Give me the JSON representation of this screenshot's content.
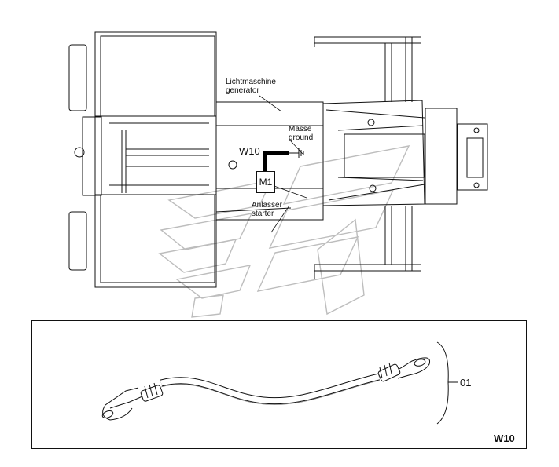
{
  "labels": {
    "generator_de": "Lichtmaschine",
    "generator_en": "generator",
    "ground_de": "Masse",
    "ground_en": "ground",
    "cable_id": "W10",
    "component_id": "M1",
    "starter_de": "Anlasser",
    "starter_en": "starter"
  },
  "detail": {
    "item_number": "01",
    "caption": "W10"
  },
  "colors": {
    "line": "#111111",
    "light_line": "#777777",
    "watermark": "#bdbdbd",
    "highlight": "#000000"
  }
}
